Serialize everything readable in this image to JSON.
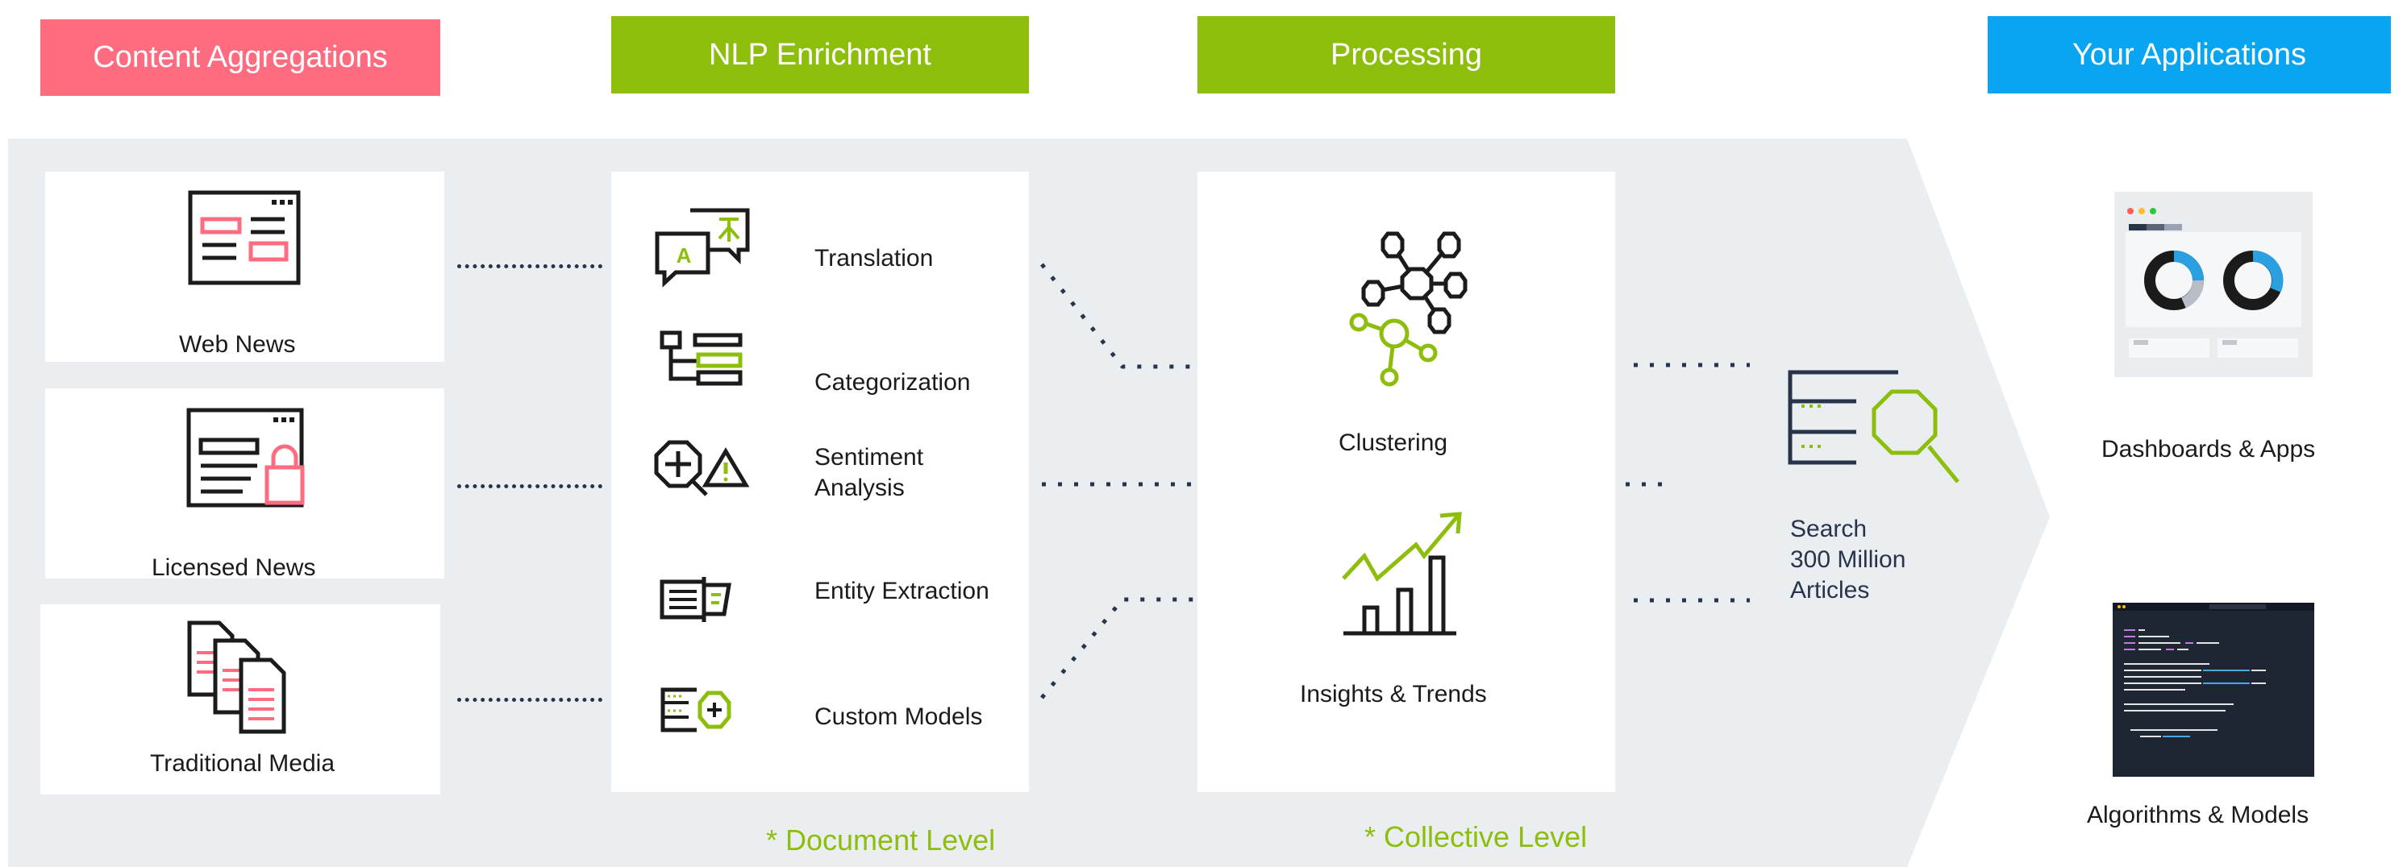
{
  "colors": {
    "pink": "#ff6b7f",
    "green": "#8cbe0b",
    "blue": "#0aa5f0",
    "band": "#ebeef1",
    "dark": "#1b1b1b"
  },
  "headers": {
    "content": "Content Aggregations",
    "nlp": "NLP Enrichment",
    "processing": "Processing",
    "applications": "Your Applications"
  },
  "sources": {
    "web_news": "Web News",
    "licensed_news": "Licensed News",
    "traditional_media": "Traditional Media"
  },
  "nlp": {
    "translation": "Translation",
    "categorization": "Categorization",
    "sentiment_line1": "Sentiment",
    "sentiment_line2": "Analysis",
    "entity_extraction": "Entity Extraction",
    "custom_models": "Custom Models",
    "note": "* Document Level"
  },
  "processing": {
    "clustering": "Clustering",
    "insights": "Insights & Trends",
    "note": "* Collective Level"
  },
  "search": {
    "line1": "Search",
    "line2": "300 Million",
    "line3": "Articles"
  },
  "apps": {
    "dashboards": "Dashboards & Apps",
    "algorithms": "Algorithms & Models"
  },
  "icons": [
    "browser-news-icon",
    "browser-lock-icon",
    "documents-icon",
    "translation-icon",
    "categorization-icon",
    "sentiment-icon",
    "entity-icon",
    "custom-model-icon",
    "network-icon",
    "trend-chart-icon",
    "search-database-icon",
    "dashboard-icon",
    "code-editor-icon"
  ]
}
